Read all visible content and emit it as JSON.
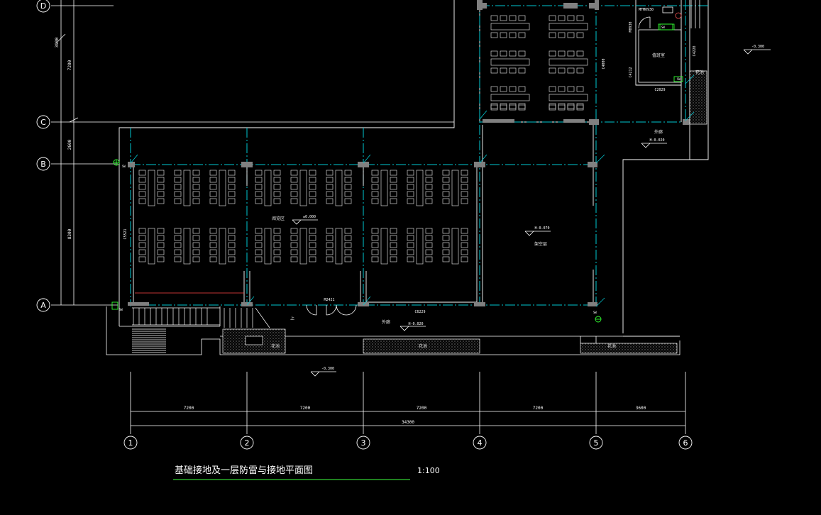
{
  "title": {
    "main": "基础接地及一层防雷与接地平面图",
    "scale": "1:100",
    "underline_color": "#32cd32"
  },
  "colors": {
    "background": "#000000",
    "wall": "#ffffff",
    "grid_line": "#00c8d2",
    "column": "#808080",
    "ground_marker": "#32ff32",
    "hatch": "#c0c0c0"
  },
  "axes_vertical": [
    {
      "label": "1"
    },
    {
      "label": "2"
    },
    {
      "label": "3"
    },
    {
      "label": "4"
    },
    {
      "label": "5"
    },
    {
      "label": "6"
    }
  ],
  "axes_horizontal": [
    {
      "label": "D"
    },
    {
      "label": "C"
    },
    {
      "label": "B"
    },
    {
      "label": "A"
    }
  ],
  "dimensions_bottom": {
    "spans": [
      "7200",
      "7200",
      "7200",
      "7200",
      "3600"
    ],
    "total": "34300"
  },
  "dimensions_left": [
    "3900",
    "7200",
    "2600",
    "8300"
  ],
  "rooms": {
    "reading_area": "阅览区",
    "reading_level": "±0.000",
    "overhead_area": "架空层",
    "overhead_level": "H-0.070",
    "corridor": "外廊",
    "corridor_level": "H-0.020",
    "outside_corridor": "外廊",
    "outside_corridor_level": "H-0.020",
    "staff_room": "值班室",
    "upstairs": "上",
    "outdoor_level": "-0.300",
    "right_outdoor_level": "-0.300"
  },
  "labels": {
    "window_c5": "C5521",
    "window_c6": "C6229",
    "door_m": "M2421",
    "window_side": "C4212",
    "window_side2": "C4228",
    "window_top": "C4000",
    "door_top": "M0930",
    "window_c2": "C2029",
    "door_mf": "MFM0930",
    "planter": "花池"
  },
  "ground_markers": [
    "SW",
    "SW",
    "SW",
    "SW",
    "SW"
  ]
}
